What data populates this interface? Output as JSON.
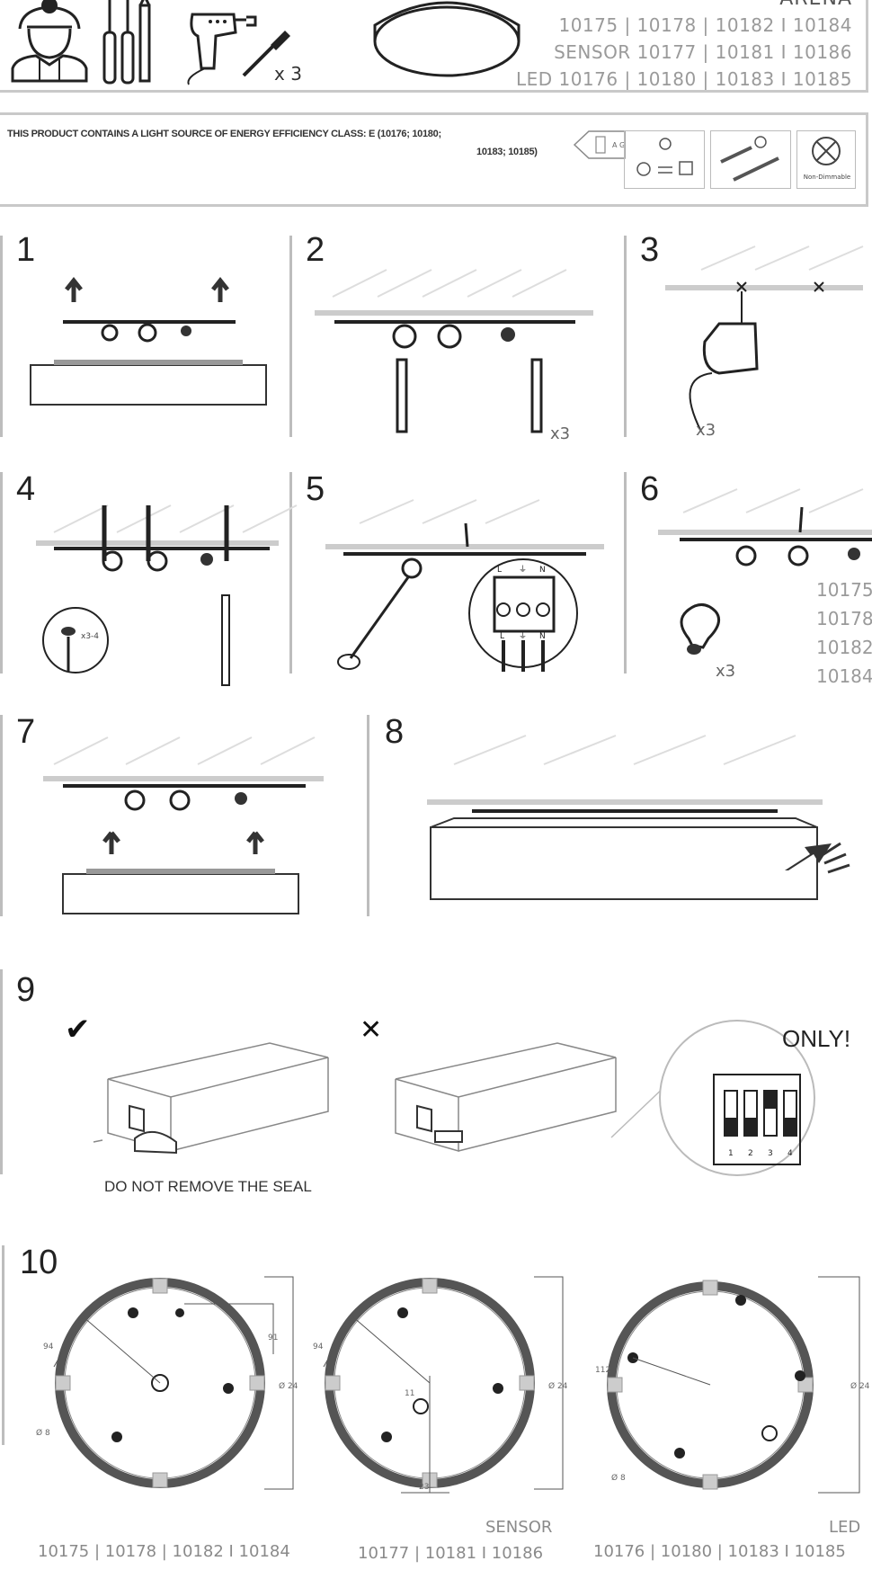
{
  "header": {
    "brand": "ARENA",
    "codes_standard": "10175 | 10178 | 10182 I 10184",
    "codes_sensor": "SENSOR 10177 | 10181 I 10186",
    "codes_led": "LED 10176 | 10180 | 10183 I 10185",
    "screws_count": "x 3"
  },
  "energy": {
    "text_line1": "THIS PRODUCT CONTAINS A LIGHT SOURCE OF ENERGY EFFICIENCY CLASS: E (10176; 10180;",
    "text_line2": "10183; 10185)",
    "class_scale": "A G",
    "non_dimmable": "Non-Dimmable"
  },
  "steps": {
    "s1": "1",
    "s2": "2",
    "s3": "3",
    "s4": "4",
    "s5": "5",
    "s6": "6",
    "s7": "7",
    "s8": "8",
    "s9": "9",
    "s10": "10"
  },
  "step2": {
    "count": "x3"
  },
  "step3": {
    "count": "x3"
  },
  "step4": {
    "count": "x3-4"
  },
  "step5": {
    "terminal_top": [
      "L",
      "⏚",
      "N"
    ],
    "terminal_bottom": [
      "L",
      "⏚",
      "N"
    ]
  },
  "step6": {
    "count": "x3",
    "codes": [
      "10175",
      "10178",
      "10182",
      "10184"
    ]
  },
  "step9": {
    "only_label": "ONLY!",
    "seal_warning": "DO NOT REMOVE THE SEAL",
    "switch_numbers": [
      "1",
      "2",
      "3",
      "4"
    ],
    "check_mark": "✔",
    "cross_mark": "✕"
  },
  "step10": {
    "caption_standard": "10175 | 10178 | 10182 I 10184",
    "caption_sensor_title": "SENSOR",
    "caption_sensor": "10177 | 10181 I 10186",
    "caption_led_title": "LED",
    "caption_led": "10176 | 10180 | 10183 I 10185",
    "dims_a": [
      "94",
      "91",
      "Ø 8",
      "Ø 24"
    ],
    "dims_b": [
      "94",
      "Ø 24",
      "23",
      "11"
    ],
    "dims_c": [
      "112",
      "Ø 24",
      "Ø 8"
    ]
  }
}
